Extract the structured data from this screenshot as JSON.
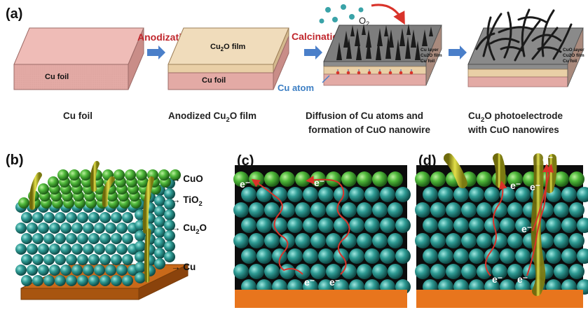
{
  "panels": {
    "a": "(a)",
    "b": "(b)",
    "c": "(c)",
    "d": "(d)"
  },
  "process": {
    "step1": "Anodization",
    "step2": "Calcination",
    "cu_foil_box": "Cu foil",
    "cu2o_film_box_base": "Cu",
    "cu2o_film_box_sub": "2",
    "cu2o_film_box_tail": "O film",
    "cu_foil_box2": "Cu foil",
    "o2_base": "O",
    "o2_sub": "2",
    "cu_atom": "Cu atom",
    "tiny_cu_layer": "Cu layer",
    "tiny_cu2o_film": "Cu2O film",
    "tiny_cu_foil": "Cu foil",
    "tiny_cuo_layer": "CuO layer"
  },
  "captions": {
    "c1": "Cu foil",
    "c2_base": "Anodized Cu",
    "c2_sub": "2",
    "c2_tail": "O film",
    "c3_line1": "Diffusion of Cu atoms and",
    "c3_line2": "formation of CuO nanowire",
    "c4_line1_base": "Cu",
    "c4_line1_sub": "2",
    "c4_line1_tail": "O photoelectrode",
    "c4_line2": "with CuO nanowires"
  },
  "layers": {
    "cuo": "→ CuO",
    "tio2_base": "→ TiO",
    "tio2_sub": "2",
    "cu2o_base": "→ Cu",
    "cu2o_sub": "2",
    "cu2o_tail": "O",
    "cu": "→ Cu"
  },
  "electron": "e⁻",
  "colors": {
    "foil": "#e3aaa5",
    "film": "#e9cfa6",
    "green_sphere": "#4fb83a",
    "teal_sphere": "#2f9c95",
    "orange_substrate": "#e8751d",
    "arrow_blue": "#4a7fc9",
    "arrow_red": "#d9332a",
    "nanowire": "#c4c126"
  }
}
